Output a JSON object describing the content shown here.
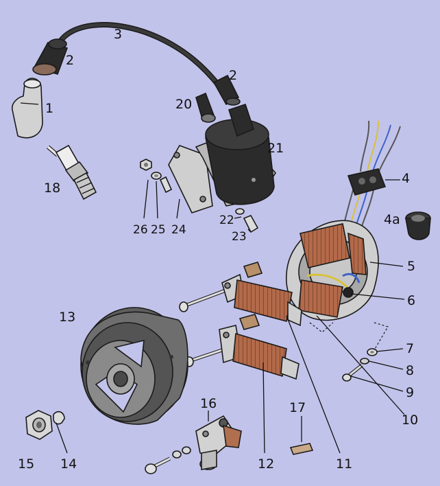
{
  "colors": {
    "background": "#c2c3ea",
    "rubber": "#2b2b2b",
    "metal": "#d0d0d0",
    "coil_copper": "#b36a4a",
    "flywheel": "#6e6e6e",
    "wire_yellow": "#d8c23a",
    "wire_blue": "#3c63c8"
  },
  "labels": [
    {
      "id": "p1",
      "text": "1"
    },
    {
      "id": "p2a",
      "text": "2"
    },
    {
      "id": "p2b",
      "text": "2"
    },
    {
      "id": "p3",
      "text": "3"
    },
    {
      "id": "p4",
      "text": "4"
    },
    {
      "id": "p4a",
      "text": "4a"
    },
    {
      "id": "p5",
      "text": "5"
    },
    {
      "id": "p6",
      "text": "6"
    },
    {
      "id": "p7",
      "text": "7"
    },
    {
      "id": "p8",
      "text": "8"
    },
    {
      "id": "p9",
      "text": "9"
    },
    {
      "id": "p10",
      "text": "10"
    },
    {
      "id": "p11",
      "text": "11"
    },
    {
      "id": "p12",
      "text": "12"
    },
    {
      "id": "p13",
      "text": "13"
    },
    {
      "id": "p14",
      "text": "14"
    },
    {
      "id": "p15",
      "text": "15"
    },
    {
      "id": "p16",
      "text": "16"
    },
    {
      "id": "p17",
      "text": "17"
    },
    {
      "id": "p18",
      "text": "18"
    },
    {
      "id": "p20",
      "text": "20"
    },
    {
      "id": "p21",
      "text": "21"
    },
    {
      "id": "p22",
      "text": "22"
    },
    {
      "id": "p23",
      "text": "23"
    },
    {
      "id": "p24",
      "text": "24"
    },
    {
      "id": "p25",
      "text": "25"
    },
    {
      "id": "p26",
      "text": "26"
    }
  ]
}
